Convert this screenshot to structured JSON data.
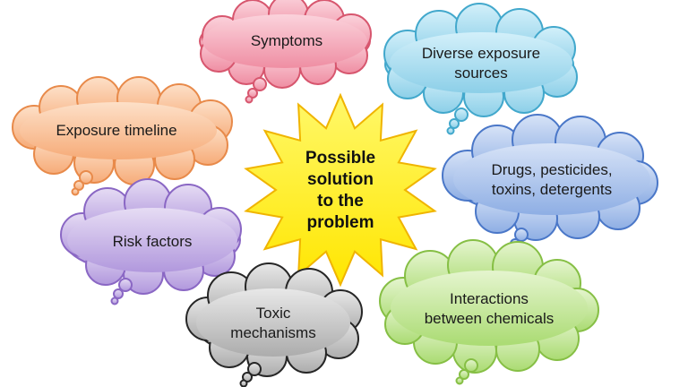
{
  "center": {
    "text": "Possible\nsolution\nto the\nproblem",
    "fill": "#fff200",
    "stroke": "#f0b400"
  },
  "clouds": [
    {
      "id": "symptoms",
      "text": "Symptoms",
      "fill": "#f4a7b7",
      "stroke": "#d7566e"
    },
    {
      "id": "diverse-exposure-sources",
      "text": "Diverse exposure\nsources",
      "fill": "#a6dcef",
      "stroke": "#42a8cc"
    },
    {
      "id": "exposure-timeline",
      "text": "Exposure timeline",
      "fill": "#f9c39c",
      "stroke": "#e88a4a"
    },
    {
      "id": "drugs-pesticides",
      "text": "Drugs, pesticides,\ntoxins, detergents",
      "fill": "#a9c2ea",
      "stroke": "#4a77c8"
    },
    {
      "id": "risk-factors",
      "text": "Risk factors",
      "fill": "#c9b5e6",
      "stroke": "#8a67c4"
    },
    {
      "id": "toxic-mechanisms",
      "text": "Toxic\nmechanisms",
      "fill": "#c9c9c9",
      "stroke": "#262626"
    },
    {
      "id": "interactions",
      "text": "Interactions\nbetween chemicals",
      "fill": "#c6e89b",
      "stroke": "#86bf45"
    }
  ]
}
